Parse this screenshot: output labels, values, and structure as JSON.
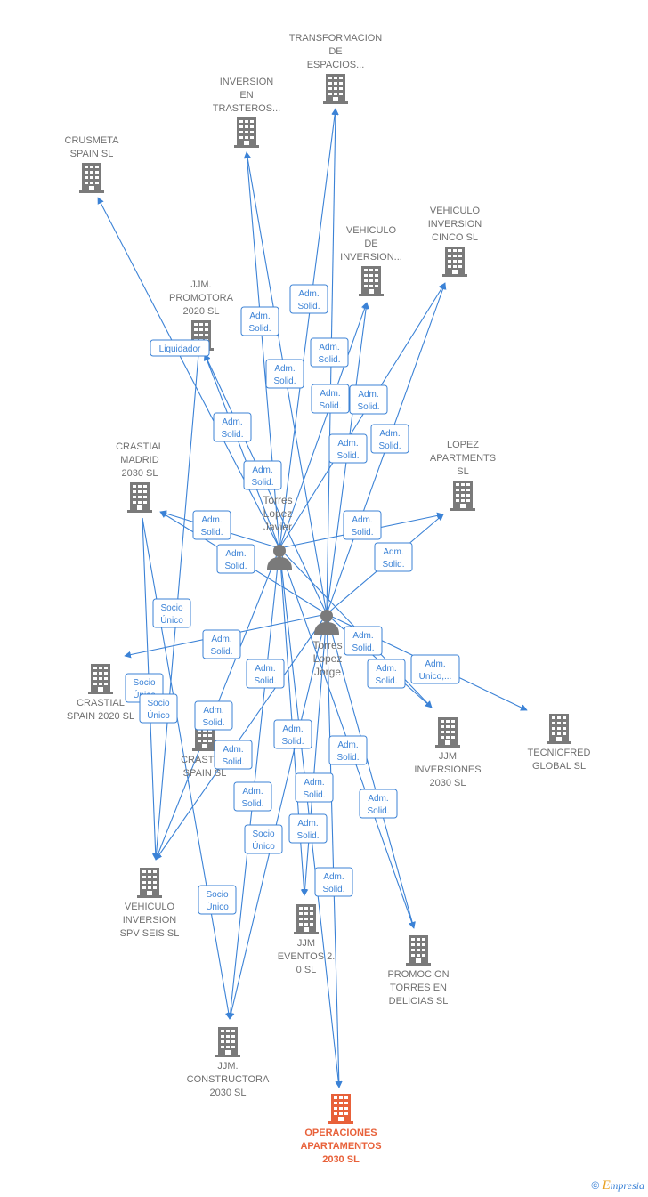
{
  "colors": {
    "edge": "#3b82d6",
    "building": "#7a7a7a",
    "building_focus": "#e8613a",
    "label": "#707070",
    "label_focus": "#e8613a"
  },
  "persons": [
    {
      "id": "p1",
      "lines": [
        "Torres",
        "Lopez",
        "Javier"
      ]
    },
    {
      "id": "p2",
      "lines": [
        "Torres",
        "Lopez",
        "Jorge"
      ]
    }
  ],
  "companies": [
    {
      "id": "c_transformacion",
      "lines": [
        "TRANSFORMACION",
        "DE",
        "ESPACIOS..."
      ],
      "focus": false
    },
    {
      "id": "c_trasteros",
      "lines": [
        "INVERSION",
        "EN",
        "TRASTEROS..."
      ],
      "focus": false
    },
    {
      "id": "c_crusmeta",
      "lines": [
        "CRUSMETA",
        "SPAIN  SL"
      ],
      "focus": false
    },
    {
      "id": "c_vehiculo_inv",
      "lines": [
        "VEHICULO",
        "DE",
        "INVERSION..."
      ],
      "focus": false
    },
    {
      "id": "c_vehiculo_cinco",
      "lines": [
        "VEHICULO",
        "INVERSION",
        "CINCO  SL"
      ],
      "focus": false
    },
    {
      "id": "c_jjm_promotora",
      "lines": [
        "JJM.",
        "PROMOTORA",
        "2020  SL"
      ],
      "focus": false
    },
    {
      "id": "c_crastial_madrid",
      "lines": [
        "CRASTIAL",
        "MADRID",
        "2030  SL"
      ],
      "focus": false
    },
    {
      "id": "c_lopez_apartments",
      "lines": [
        "LOPEZ",
        "APARTMENTS",
        "SL"
      ],
      "focus": false
    },
    {
      "id": "c_crastial_2020",
      "lines": [
        "CRASTIAL",
        "SPAIN 2020  SL"
      ],
      "focus": false
    },
    {
      "id": "c_crastial_spain",
      "lines": [
        "CRASTIAL",
        "SPAIN  SL"
      ],
      "focus": false
    },
    {
      "id": "c_jjm_inversiones",
      "lines": [
        "JJM",
        "INVERSIONES",
        "2030  SL"
      ],
      "focus": false
    },
    {
      "id": "c_tecnicfred",
      "lines": [
        "TECNICFRED",
        "GLOBAL  SL"
      ],
      "focus": false
    },
    {
      "id": "c_vehiculo_seis",
      "lines": [
        "VEHICULO",
        "INVERSION",
        "SPV SEIS  SL"
      ],
      "focus": false
    },
    {
      "id": "c_jjm_eventos",
      "lines": [
        "JJM",
        "EVENTOS 2.",
        "0  SL"
      ],
      "focus": false
    },
    {
      "id": "c_promocion",
      "lines": [
        "PROMOCION",
        "TORRES EN",
        "DELICIAS  SL"
      ],
      "focus": false
    },
    {
      "id": "c_jjm_constructora",
      "lines": [
        "JJM.",
        "CONSTRUCTORA",
        "2030  SL"
      ],
      "focus": false
    },
    {
      "id": "c_operaciones",
      "lines": [
        "OPERACIONES",
        "APARTAMENTOS",
        "2030  SL"
      ],
      "focus": true
    }
  ],
  "edges": [
    {
      "from": "p1",
      "to": "c_transformacion"
    },
    {
      "from": "p2",
      "to": "c_transformacion"
    },
    {
      "from": "p1",
      "to": "c_trasteros"
    },
    {
      "from": "p2",
      "to": "c_trasteros"
    },
    {
      "from": "p1",
      "to": "c_crusmeta"
    },
    {
      "from": "p1",
      "to": "c_vehiculo_inv"
    },
    {
      "from": "p2",
      "to": "c_vehiculo_inv"
    },
    {
      "from": "p1",
      "to": "c_vehiculo_cinco"
    },
    {
      "from": "p2",
      "to": "c_vehiculo_cinco"
    },
    {
      "from": "p1",
      "to": "c_jjm_promotora"
    },
    {
      "from": "p2",
      "to": "c_jjm_promotora"
    },
    {
      "from": "p1",
      "to": "c_crastial_madrid"
    },
    {
      "from": "p2",
      "to": "c_crastial_madrid"
    },
    {
      "from": "p1",
      "to": "c_lopez_apartments"
    },
    {
      "from": "p2",
      "to": "c_lopez_apartments"
    },
    {
      "from": "p2",
      "to": "c_crastial_2020"
    },
    {
      "from": "p2",
      "to": "c_jjm_inversiones"
    },
    {
      "from": "p1",
      "to": "c_jjm_inversiones"
    },
    {
      "from": "p2",
      "to": "c_tecnicfred"
    },
    {
      "from": "p1",
      "to": "c_vehiculo_seis"
    },
    {
      "from": "p2",
      "to": "c_vehiculo_seis"
    },
    {
      "from": "c_crastial_madrid",
      "to": "c_vehiculo_seis"
    },
    {
      "from": "c_jjm_promotora",
      "to": "c_vehiculo_seis"
    },
    {
      "from": "p1",
      "to": "c_jjm_eventos"
    },
    {
      "from": "p2",
      "to": "c_jjm_eventos"
    },
    {
      "from": "p1",
      "to": "c_promocion"
    },
    {
      "from": "p2",
      "to": "c_promocion"
    },
    {
      "from": "p1",
      "to": "c_jjm_constructora"
    },
    {
      "from": "p2",
      "to": "c_jjm_constructora"
    },
    {
      "from": "c_crastial_madrid",
      "to": "c_jjm_constructora"
    },
    {
      "from": "p1",
      "to": "c_operaciones"
    },
    {
      "from": "p2",
      "to": "c_operaciones"
    }
  ],
  "relations": [
    {
      "lines": [
        "Adm.",
        "Solid."
      ]
    },
    {
      "lines": [
        "Adm.",
        "Solid."
      ]
    },
    {
      "lines": [
        "Liquidador"
      ]
    },
    {
      "lines": [
        "Adm.",
        "Solid."
      ]
    },
    {
      "lines": [
        "Adm.",
        "Solid."
      ]
    },
    {
      "lines": [
        "Adm.",
        "Solid."
      ]
    },
    {
      "lines": [
        "Adm.",
        "Solid."
      ]
    },
    {
      "lines": [
        "Adm.",
        "Solid."
      ]
    },
    {
      "lines": [
        "Adm.",
        "Solid."
      ]
    },
    {
      "lines": [
        "Adm.",
        "Solid."
      ]
    },
    {
      "lines": [
        "Adm.",
        "Solid."
      ]
    },
    {
      "lines": [
        "Adm.",
        "Solid."
      ]
    },
    {
      "lines": [
        "Adm.",
        "Solid."
      ]
    },
    {
      "lines": [
        "Adm.",
        "Solid."
      ]
    },
    {
      "lines": [
        "Adm.",
        "Solid."
      ]
    },
    {
      "lines": [
        "Socio",
        "Único"
      ]
    },
    {
      "lines": [
        "Adm.",
        "Solid."
      ]
    },
    {
      "lines": [
        "Adm.",
        "Solid."
      ]
    },
    {
      "lines": [
        "Adm.",
        "Solid."
      ]
    },
    {
      "lines": [
        "Adm.",
        "Unico,..."
      ]
    },
    {
      "lines": [
        "Socio",
        "Único"
      ]
    },
    {
      "lines": [
        "Socio",
        "Único"
      ]
    },
    {
      "lines": [
        "Adm.",
        "Solid."
      ]
    },
    {
      "lines": [
        "Adm.",
        "Solid."
      ]
    },
    {
      "lines": [
        "Adm.",
        "Solid."
      ]
    },
    {
      "lines": [
        "Adm.",
        "Solid."
      ]
    },
    {
      "lines": [
        "Adm.",
        "Solid."
      ]
    },
    {
      "lines": [
        "Adm.",
        "Solid."
      ]
    },
    {
      "lines": [
        "Adm.",
        "Solid."
      ]
    },
    {
      "lines": [
        "Socio",
        "Único"
      ]
    },
    {
      "lines": [
        "Adm.",
        "Solid."
      ]
    },
    {
      "lines": [
        "Socio",
        "Único"
      ]
    },
    {
      "lines": [
        "Adm.",
        "Solid."
      ]
    },
    {
      "lines": [
        "Adm.",
        "Solid."
      ]
    }
  ],
  "copyright": {
    "symbol": "©",
    "brand_first": "E",
    "brand_rest": "mpresia"
  }
}
